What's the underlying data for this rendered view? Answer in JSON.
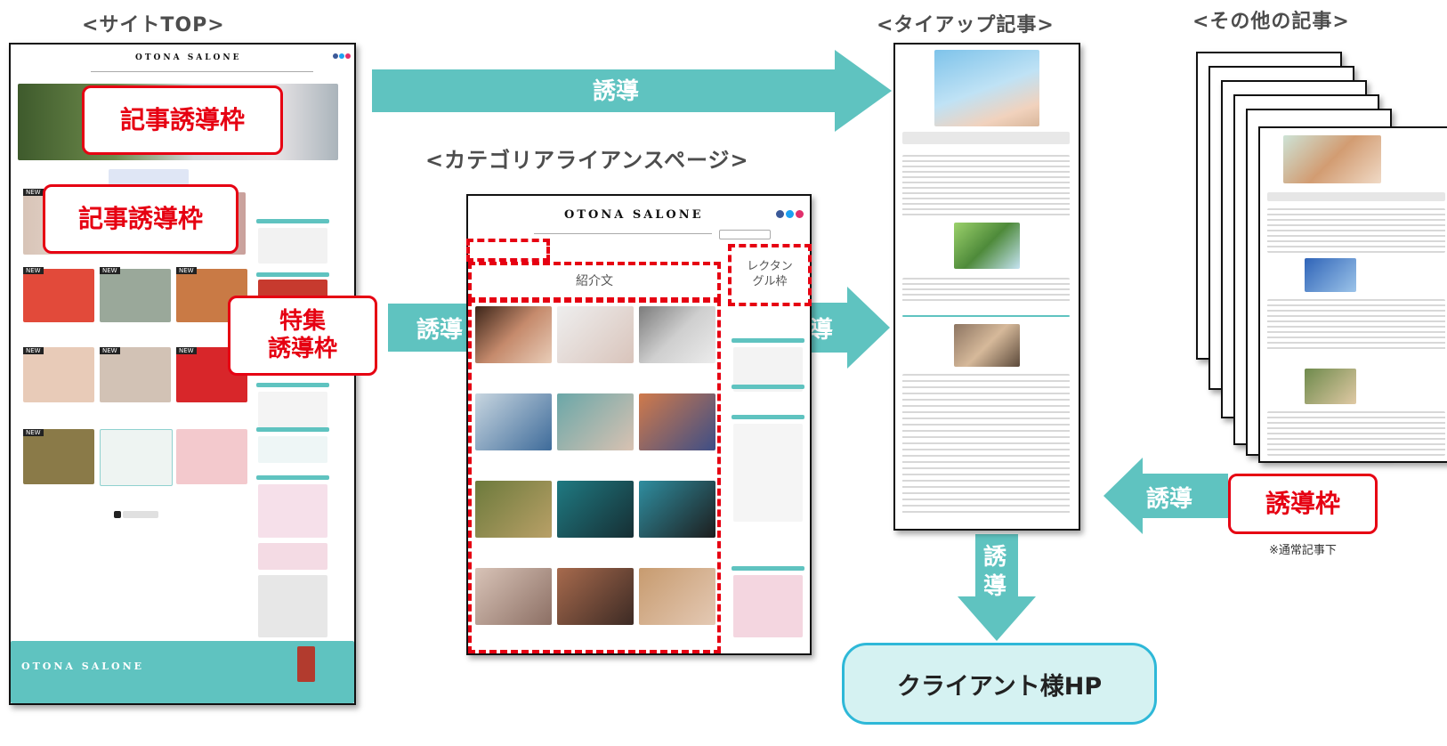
{
  "headings": {
    "site_top": "<サイトTOP>",
    "tieup": "<タイアップ記事>",
    "other": "<その他の記事>",
    "category": "<カテゴリアライアンスページ>"
  },
  "site_top": {
    "logo": "OTONA SALONE",
    "callout_article_1": "記事誘導枠",
    "callout_article_2": "記事誘導枠",
    "callout_feature": "特集\n誘導枠",
    "new_badge": "NEW",
    "footer_logo": "OTONA SALONE"
  },
  "category_page": {
    "logo": "OTONA SALONE",
    "intro_label": "紹介文",
    "rect_label": "レクタン\nグル枠"
  },
  "arrows": {
    "top": "誘導",
    "mid_left": "誘導",
    "mid_right": "誘導",
    "down": "誘\n導",
    "from_other": "誘導"
  },
  "other_articles": {
    "callout": "誘導枠",
    "note": "※通常記事下"
  },
  "client": {
    "label": "クライアント様HP"
  },
  "colors": {
    "teal": "#5fc3c0",
    "red": "#e60012",
    "client_border": "#2eb8d8",
    "client_fill": "#d5f2f2"
  }
}
